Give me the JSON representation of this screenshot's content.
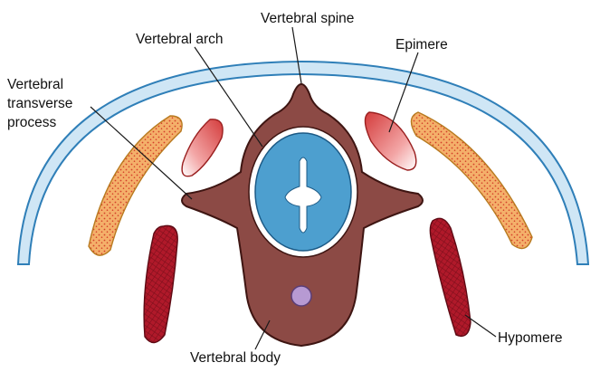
{
  "labels": {
    "vertebral_spine": "Vertebral spine",
    "vertebral_arch": "Vertebral arch",
    "epimere": "Epimere",
    "transverse_line1": "Vertebral",
    "transverse_line2": "transverse",
    "transverse_line3": "process",
    "hypomere": "Hypomere",
    "vertebral_body": "Vertebral body"
  },
  "colors": {
    "skin_outer": "#3a8fc8",
    "skin_fill": "#c9e4f4",
    "bone": "#8b3f3a",
    "bone_dark": "#5a2220",
    "neural_canal": "#4d9fcf",
    "epimere_fill": "#e05a5a",
    "stippled_fill": "#f4b06a",
    "stipple_dot": "#d4402a",
    "hypomere": "#b0192a",
    "notochord": "#b79ad3"
  }
}
